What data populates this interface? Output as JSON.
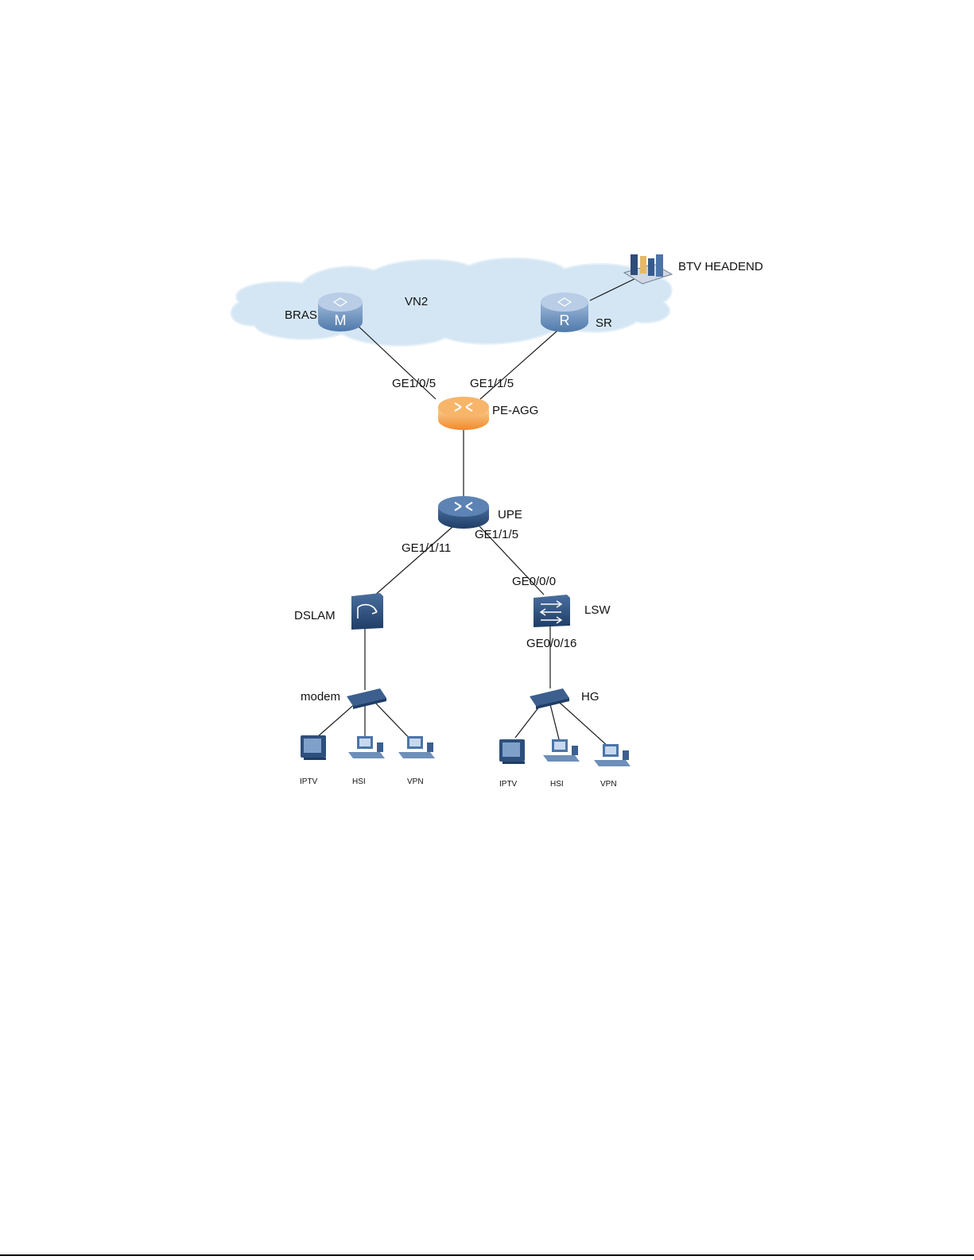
{
  "colors": {
    "cloud_fill": "#d4e6f4",
    "router_blue": "#4f79ab",
    "router_orange": "#f3a24e",
    "device_dark": "#2d4f7c"
  },
  "cloud": {
    "label": "VN2"
  },
  "nodes": {
    "bras": {
      "label": "BRAS",
      "icon": "router-m-icon",
      "letter": "M"
    },
    "sr": {
      "label": "SR",
      "icon": "router-r-icon",
      "letter": "R"
    },
    "btv": {
      "label": "BTV HEADEND",
      "icon": "server-headend-icon"
    },
    "pe_agg": {
      "label": "PE-AGG",
      "icon": "core-router-icon"
    },
    "upe": {
      "label": "UPE",
      "icon": "core-router-icon"
    },
    "dslam": {
      "label": "DSLAM",
      "icon": "dslam-icon"
    },
    "lsw": {
      "label": "LSW",
      "icon": "switch-icon"
    },
    "modem": {
      "label": "modem",
      "icon": "modem-icon"
    },
    "hg": {
      "label": "HG",
      "icon": "home-gateway-icon"
    }
  },
  "ports": {
    "pe_bras": "GE1/0/5",
    "pe_sr": "GE1/1/5",
    "upe_dslam": "GE1/1/11",
    "upe_lsw": "GE1/1/5",
    "lsw_up": "GE0/0/0",
    "lsw_down": "GE0/0/16"
  },
  "endpoints": {
    "left": [
      "IPTV",
      "HSI",
      "VPN"
    ],
    "right": [
      "IPTV",
      "HSI",
      "VPN"
    ]
  }
}
